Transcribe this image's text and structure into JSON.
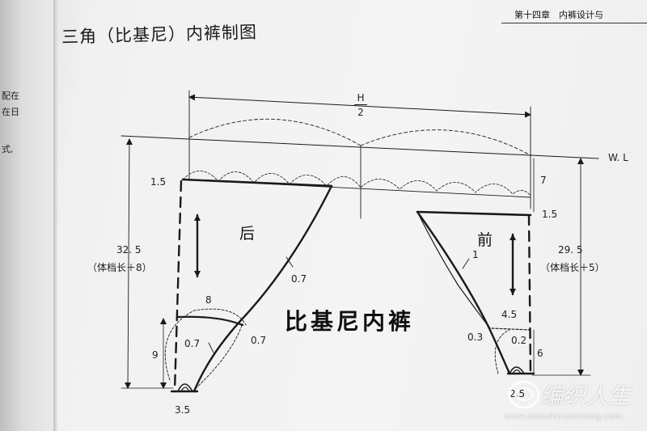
{
  "page": {
    "running_header": "第十四章　内裤设计与",
    "title": "三角（比基尼）内裤制图",
    "spine_fragments": [
      "配在",
      "在日",
      "式,"
    ],
    "overlay_caption": "比基尼内裤"
  },
  "diagram": {
    "top_dimension": {
      "numerator": "H",
      "denominator": "2"
    },
    "waistline_label": "W. L",
    "back_piece": {
      "name": "后",
      "top_offset": "1.5",
      "height": "32. 5",
      "height_formula": "（体档长＋8）",
      "side_curve_offset": "0.7",
      "crotch_width": "8",
      "crotch_offset_right": "0.7",
      "inner_curve_offset": "0.7",
      "crotch_height": "9",
      "bottom_width": "3.5"
    },
    "front_piece": {
      "name": "前",
      "top_offset": "1.5",
      "waist_drop": "7",
      "height": "29. 5",
      "height_formula": "（体档长＋5）",
      "side_curve_offset": "1",
      "crotch_width": "4.5",
      "inner_offset_left": "0.3",
      "inner_offset_right": "0.2",
      "crotch_height": "6",
      "bottom_width": "2.5"
    }
  },
  "watermark": {
    "brand": "编织人生",
    "url": "www.bianzhirensheng.com"
  },
  "colors": {
    "ink": "#1a1a1a",
    "page": "#f2f2f2",
    "spine": "#cfcfcf"
  }
}
